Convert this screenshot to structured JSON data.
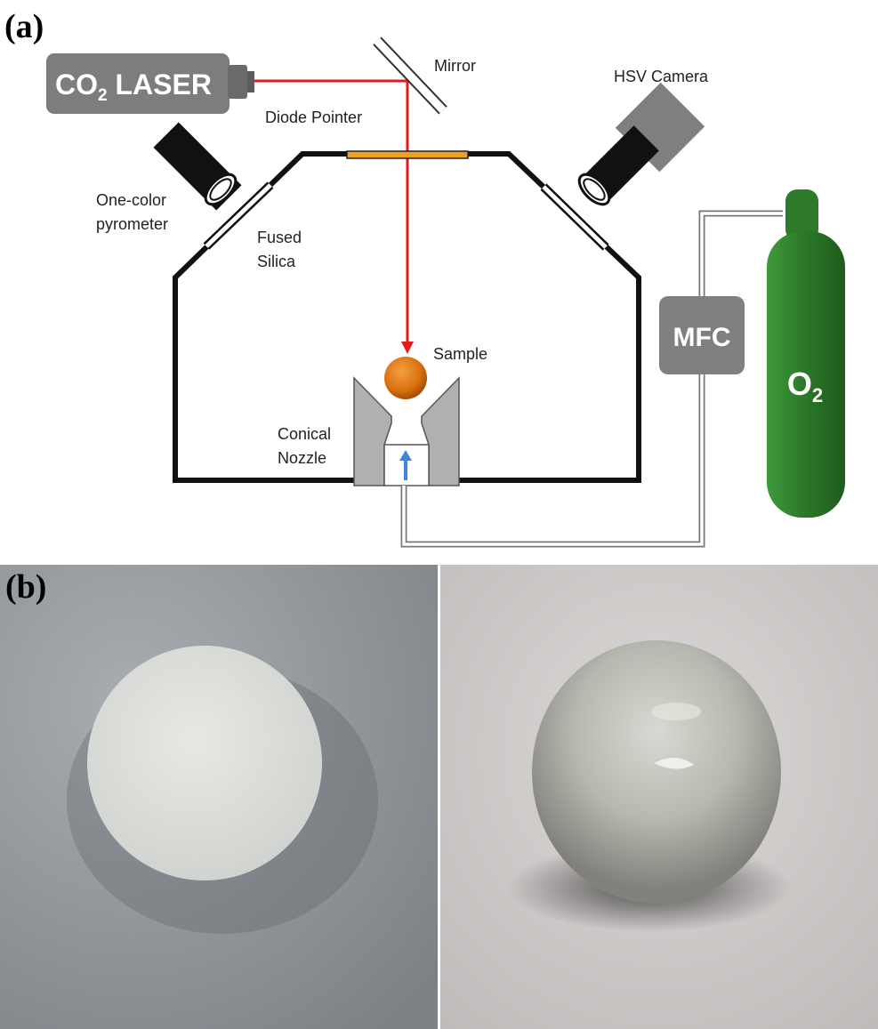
{
  "panels": {
    "a": {
      "label": "(a)"
    },
    "b": {
      "label": "(b)"
    }
  },
  "labels": {
    "laser": {
      "main": "CO",
      "sub": "2",
      "rest": " LASER"
    },
    "mirror": "Mirror",
    "hsv_camera": "HSV Camera",
    "diode_pointer": "Diode Pointer",
    "pyrometer_line1": "One-color",
    "pyrometer_line2": "pyrometer",
    "fused_line1": "Fused",
    "fused_line2": "Silica",
    "sample": "Sample",
    "nozzle_line1": "Conical",
    "nozzle_line2": "Nozzle",
    "mfc": "MFC",
    "oxygen": {
      "main": "O",
      "sub": "2"
    }
  },
  "colors": {
    "laser_beam": "#e31b1b",
    "gas_flow_arrow": "#3f86dd",
    "sample": "#d9700f",
    "window": "#f0a020",
    "oxygen_tank": "#2c7a2a",
    "device_gray": "#7b7b7b"
  }
}
